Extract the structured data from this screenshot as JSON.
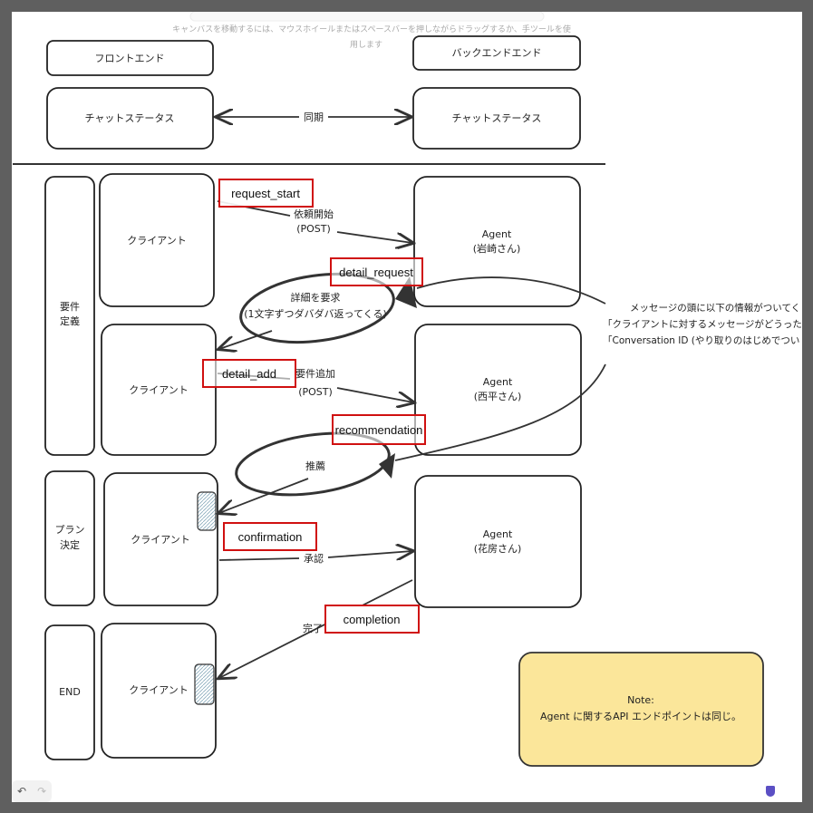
{
  "hint": {
    "line1": "キャンバスを移動するには、マウスホイールまたはスペースバーを押しながらドラッグするか、手ツールを使",
    "line2": "用します"
  },
  "header": {
    "frontend": "フロントエンド",
    "backend": "バックエンドエンド",
    "chat_status_front": "チャットステータス",
    "chat_status_back": "チャットステータス",
    "sync": "同期"
  },
  "phases": {
    "requirements_1": "要件",
    "requirements_2": "定義",
    "plan_1": "プラン",
    "plan_2": "決定",
    "end": "END"
  },
  "client_label": "クライアント",
  "agents": [
    {
      "name": "Agent",
      "person": "(岩崎さん)"
    },
    {
      "name": "Agent",
      "person": "(西平さん)"
    },
    {
      "name": "Agent",
      "person": "(花房さん)"
    }
  ],
  "arrows": {
    "request_start_1": "依頼開始",
    "request_start_2": "(POST)",
    "detail_request_1": "詳細を要求",
    "detail_request_2": "(1文字ずつダバダバ返ってくる)",
    "detail_add_1": "要件追加",
    "detail_add_2": "(POST)",
    "recommendation": "推薦",
    "confirmation": "承認",
    "completion": "完了"
  },
  "red_labels": {
    "request_start": "request_start",
    "detail_request": "detail_request",
    "detail_add": "detail_add",
    "recommendation": "recommendation",
    "confirmation": "confirmation",
    "completion": "completion"
  },
  "side_note": {
    "line1": "メッセージの頭に以下の情報がついてく",
    "line2": "「クライアントに対するメッセージがどうった",
    "line3": "「Conversation ID (やり取りのはじめでつい"
  },
  "note": {
    "title": "Note:",
    "body": "Agent に関するAPI エンドポイントは同じ。",
    "color": "#fbe69a"
  },
  "toolbar": {
    "undo": "↶",
    "redo": "↷"
  }
}
